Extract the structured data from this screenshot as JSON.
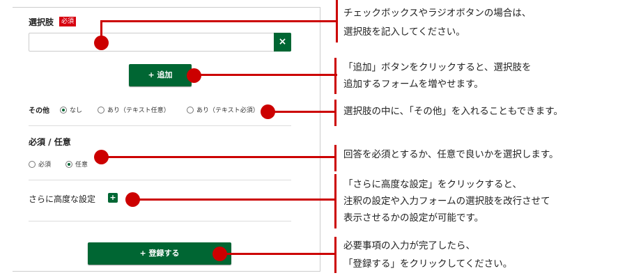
{
  "form": {
    "choices_label": "選択肢",
    "required_badge": "必須",
    "choice_input_value": "",
    "remove_icon": "×",
    "add_button": "+ 追加",
    "other_label": "その他",
    "other_options": [
      {
        "label": "なし",
        "selected": true
      },
      {
        "label": "あり（テキスト任意）",
        "selected": false
      },
      {
        "label": "あり（テキスト必須）",
        "selected": false
      }
    ],
    "required_optional_label": "必須 / 任意",
    "required_options": [
      {
        "label": "必須",
        "selected": false
      },
      {
        "label": "任意",
        "selected": true
      }
    ],
    "advanced_label": "さらに高度な設定",
    "advanced_toggle": "+",
    "register_button": "+ 登録する"
  },
  "notes": [
    {
      "lines": [
        "チェックボックスやラジオボタンの場合は、",
        "選択肢を記入してください。"
      ]
    },
    {
      "lines": [
        "「追加」ボタンをクリックすると、選択肢を",
        "追加するフォームを増やせます。"
      ]
    },
    {
      "lines": [
        "選択肢の中に、「その他」を入れることもできます。"
      ]
    },
    {
      "lines": [
        "回答を必須とするか、任意で良いかを選択します。"
      ]
    },
    {
      "lines": [
        "「さらに高度な設定」をクリックすると、",
        "注釈の設定や入力フォームの選択肢を改行させて",
        "表示させるかの設定が可能です。"
      ]
    },
    {
      "lines": [
        "必要事項の入力が完了したら、",
        "「登録する」をクリックしてください。"
      ]
    }
  ],
  "colors": {
    "brand_green": "#006633",
    "annotation_red": "#cc0000",
    "badge_red": "#d7000f"
  }
}
